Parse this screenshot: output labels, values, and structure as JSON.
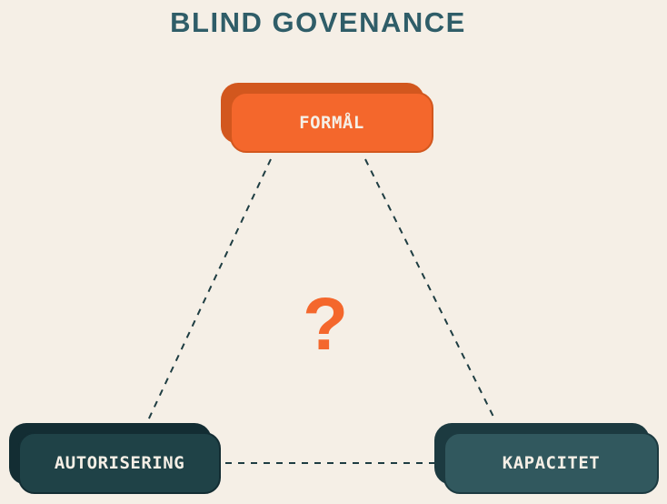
{
  "title": "BLIND GOVENANCE",
  "center_symbol": "?",
  "nodes": [
    {
      "id": "formaal",
      "label": "FORMÅL",
      "fill": "#f4672c",
      "shadow": "#d2571e",
      "text_color": "#f5efe6"
    },
    {
      "id": "autorisering",
      "label": "AUTORISERING",
      "fill": "#1f4247",
      "shadow": "#132d33",
      "text_color": "#f5efe6"
    },
    {
      "id": "kapacitet",
      "label": "KAPACITET",
      "fill": "#31585e",
      "shadow": "#1c3a40",
      "text_color": "#f5efe6"
    }
  ],
  "edges": [
    {
      "from": "formaal",
      "to": "autorisering",
      "style": "dashed"
    },
    {
      "from": "formaal",
      "to": "kapacitet",
      "style": "dashed"
    },
    {
      "from": "autorisering",
      "to": "kapacitet",
      "style": "dashed"
    }
  ],
  "colors": {
    "background": "#f5efe6",
    "title_text": "#2f5d68",
    "edge_line": "#1e3d42",
    "question_mark": "#f4672c"
  }
}
